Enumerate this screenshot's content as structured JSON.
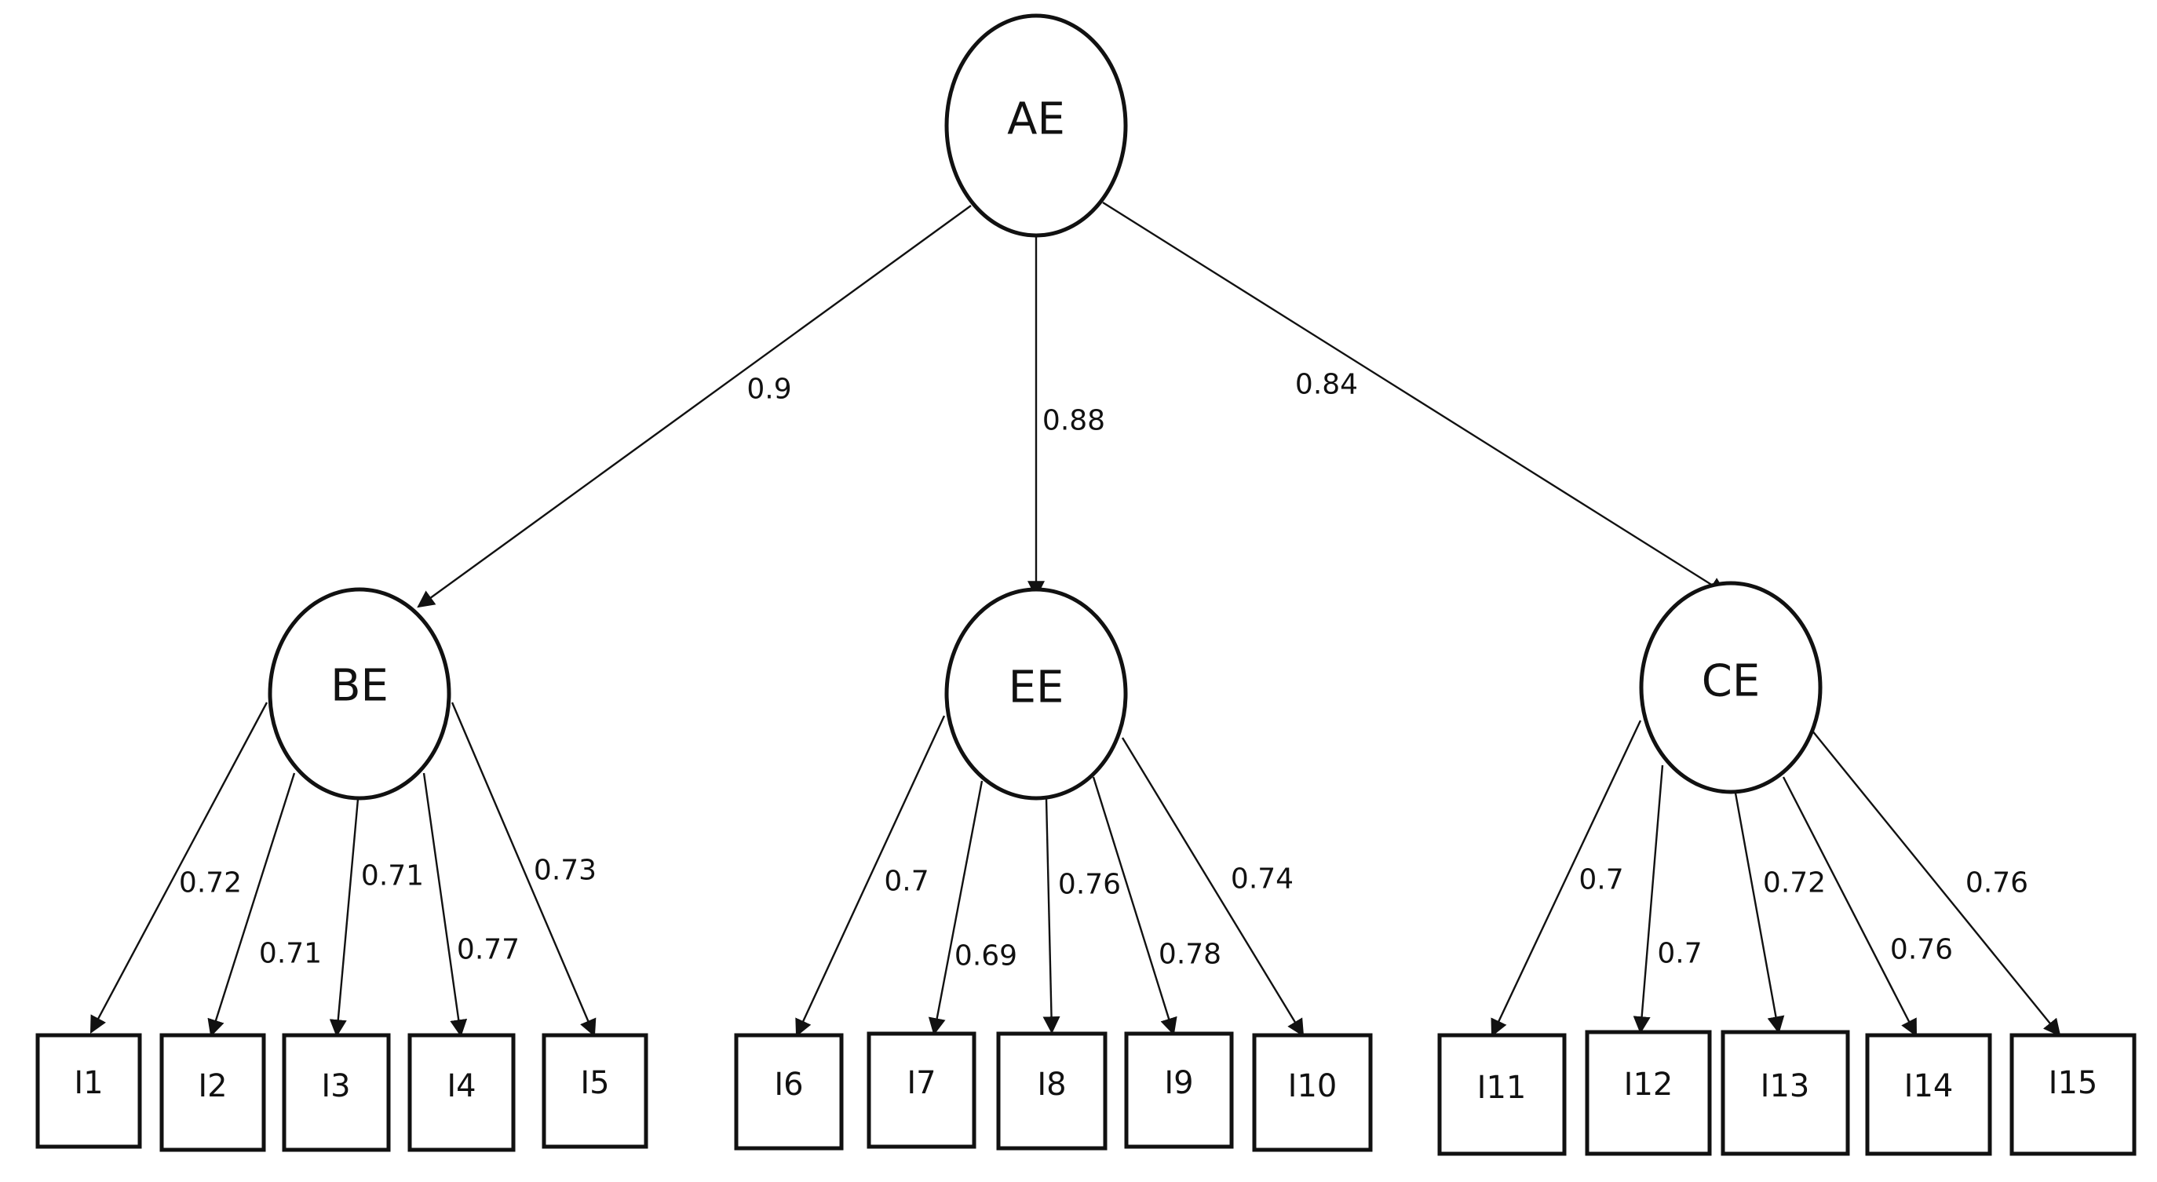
{
  "colors": {
    "stroke": "#111111",
    "background": "#ffffff"
  },
  "latents": {
    "ae": "AE",
    "be": "BE",
    "ee": "EE",
    "ce": "CE"
  },
  "items": [
    "I1",
    "I2",
    "I3",
    "I4",
    "I5",
    "I6",
    "I7",
    "I8",
    "I9",
    "I10",
    "I11",
    "I12",
    "I13",
    "I14",
    "I15"
  ],
  "structural_loadings": {
    "ae_be": "0.9",
    "ae_ee": "0.88",
    "ae_ce": "0.84"
  },
  "item_loadings": {
    "i1": "0.72",
    "i2": "0.71",
    "i3": "0.71",
    "i4": "0.77",
    "i5": "0.73",
    "i6": "0.7",
    "i7": "0.69",
    "i8": "0.76",
    "i9": "0.78",
    "i10": "0.74",
    "i11": "0.7",
    "i12": "0.7",
    "i13": "0.72",
    "i14": "0.76",
    "i15": "0.76"
  }
}
